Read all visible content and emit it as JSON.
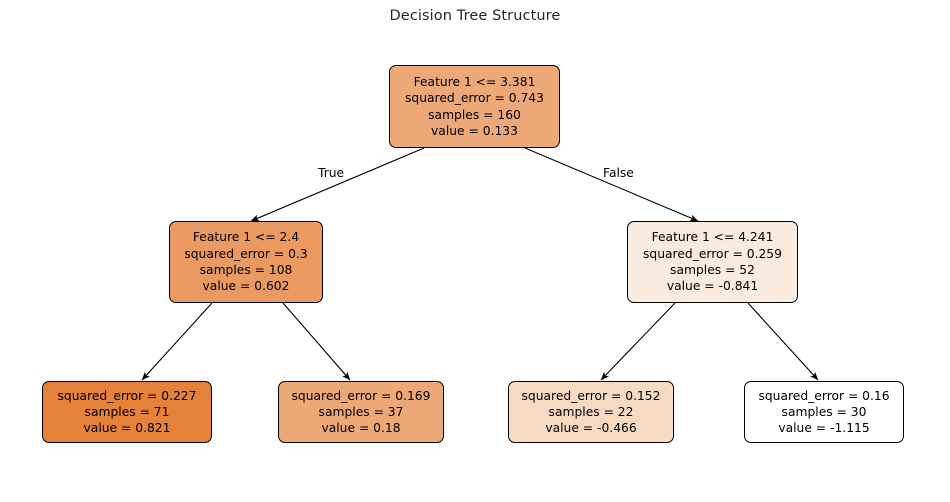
{
  "figure": {
    "title": "Decision Tree Structure",
    "background": "#ffffff",
    "edge_color": "#000000"
  },
  "edge_labels": {
    "true": "True",
    "false": "False"
  },
  "chart_data": {
    "type": "diagram",
    "subtype": "decision-tree",
    "title": "Decision Tree Structure",
    "criterion": "squared_error",
    "feature_names": [
      "Feature 1"
    ],
    "total_samples": 160,
    "depth": 2,
    "edge_labels": [
      "True",
      "False"
    ],
    "colormap": "Oranges",
    "color_scale_note": "Node fill darkness encodes predicted value; darker orange = higher value.",
    "nodes": [
      {
        "id": "root",
        "role": "root",
        "split": "Feature 1 <= 3.381",
        "squared_error": 0.743,
        "samples": 160,
        "value": 0.133,
        "fill": "#eda877",
        "lines": [
          "Feature 1 <= 3.381",
          "squared_error = 0.743",
          "samples = 160",
          "value = 0.133"
        ]
      },
      {
        "id": "left",
        "role": "internal",
        "parent": "root",
        "branch": "True",
        "split": "Feature 1 <= 2.4",
        "squared_error": 0.3,
        "samples": 108,
        "value": 0.602,
        "fill": "#ea9a61",
        "lines": [
          "Feature 1 <= 2.4",
          "squared_error = 0.3",
          "samples = 108",
          "value = 0.602"
        ]
      },
      {
        "id": "right",
        "role": "internal",
        "parent": "root",
        "branch": "False",
        "split": "Feature 1 <= 4.241",
        "squared_error": 0.259,
        "samples": 52,
        "value": -0.841,
        "fill": "#faebe0",
        "lines": [
          "Feature 1 <= 4.241",
          "squared_error = 0.259",
          "samples = 52",
          "value = -0.841"
        ]
      },
      {
        "id": "leaf1",
        "role": "leaf",
        "parent": "left",
        "branch": "True",
        "squared_error": 0.227,
        "samples": 71,
        "value": 0.821,
        "fill": "#e58139",
        "lines": [
          "squared_error = 0.227",
          "samples = 71",
          "value = 0.821"
        ]
      },
      {
        "id": "leaf2",
        "role": "leaf",
        "parent": "left",
        "branch": "False",
        "squared_error": 0.169,
        "samples": 37,
        "value": 0.18,
        "fill": "#eda877",
        "lines": [
          "squared_error = 0.169",
          "samples = 37",
          "value = 0.18"
        ]
      },
      {
        "id": "leaf3",
        "role": "leaf",
        "parent": "right",
        "branch": "True",
        "squared_error": 0.152,
        "samples": 22,
        "value": -0.466,
        "fill": "#f7dac2",
        "lines": [
          "squared_error = 0.152",
          "samples = 22",
          "value = -0.466"
        ]
      },
      {
        "id": "leaf4",
        "role": "leaf",
        "parent": "right",
        "branch": "False",
        "squared_error": 0.16,
        "samples": 30,
        "value": -1.115,
        "fill": "#ffffff",
        "lines": [
          "squared_error = 0.16",
          "samples = 30",
          "value = -1.115"
        ]
      }
    ],
    "edges": [
      {
        "from": "root",
        "to": "left",
        "label": "True"
      },
      {
        "from": "root",
        "to": "right",
        "label": "False"
      },
      {
        "from": "left",
        "to": "leaf1",
        "label": ""
      },
      {
        "from": "left",
        "to": "leaf2",
        "label": ""
      },
      {
        "from": "right",
        "to": "leaf3",
        "label": ""
      },
      {
        "from": "right",
        "to": "leaf4",
        "label": ""
      }
    ]
  }
}
